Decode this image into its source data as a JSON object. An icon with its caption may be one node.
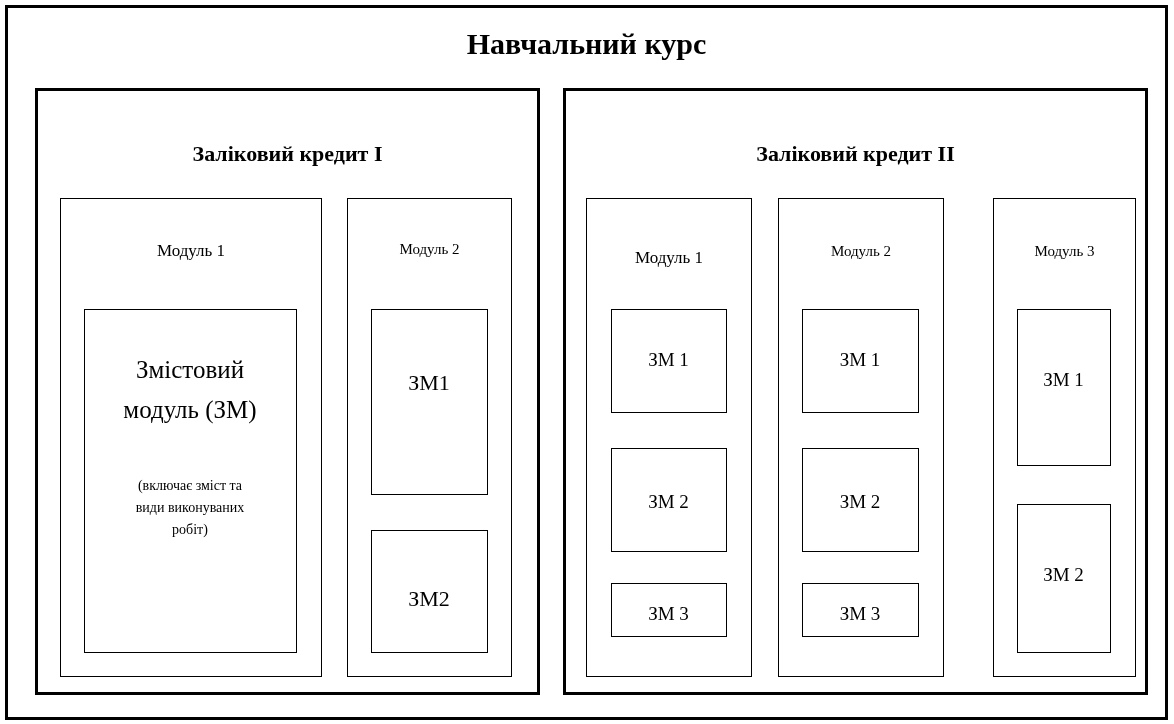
{
  "diagram": {
    "nodes": [
      {
        "text": [
          "Навчальний курс"
        ]
      },
      {
        "text": [
          "Заліковий кредит I"
        ],
        "in": 0
      },
      {
        "text": [
          "Модуль 1"
        ],
        "in": 1
      },
      {
        "text": [
          "Змістовий модуль (ЗМ)",
          "(включає зміст та види виконуваних робіт)"
        ],
        "in": 2
      },
      {
        "text": [
          "Модуль 2"
        ],
        "in": 1
      },
      {
        "text": [
          "ЗМ1"
        ],
        "in": 4
      },
      {
        "text": [
          "ЗМ2"
        ],
        "in": 4
      },
      {
        "text": [
          "Заліковий кредит II"
        ],
        "in": 0
      },
      {
        "text": [
          "Модуль 1"
        ],
        "in": 7
      },
      {
        "text": [
          "ЗМ 1"
        ],
        "in": 8
      },
      {
        "text": [
          "ЗМ 2"
        ],
        "in": 8
      },
      {
        "text": [
          "ЗМ 3"
        ],
        "in": 8
      },
      {
        "text": [
          "Модуль 2"
        ],
        "in": 7
      },
      {
        "text": [
          "ЗМ 1"
        ],
        "in": 12
      },
      {
        "text": [
          "ЗМ 2"
        ],
        "in": 12
      },
      {
        "text": [
          "ЗМ 3"
        ],
        "in": 12
      },
      {
        "text": [
          "Модуль 3"
        ],
        "in": 7
      },
      {
        "text": [
          "ЗМ 1"
        ],
        "in": 16
      },
      {
        "text": [
          "ЗМ 2"
        ],
        "in": 16
      }
    ]
  }
}
